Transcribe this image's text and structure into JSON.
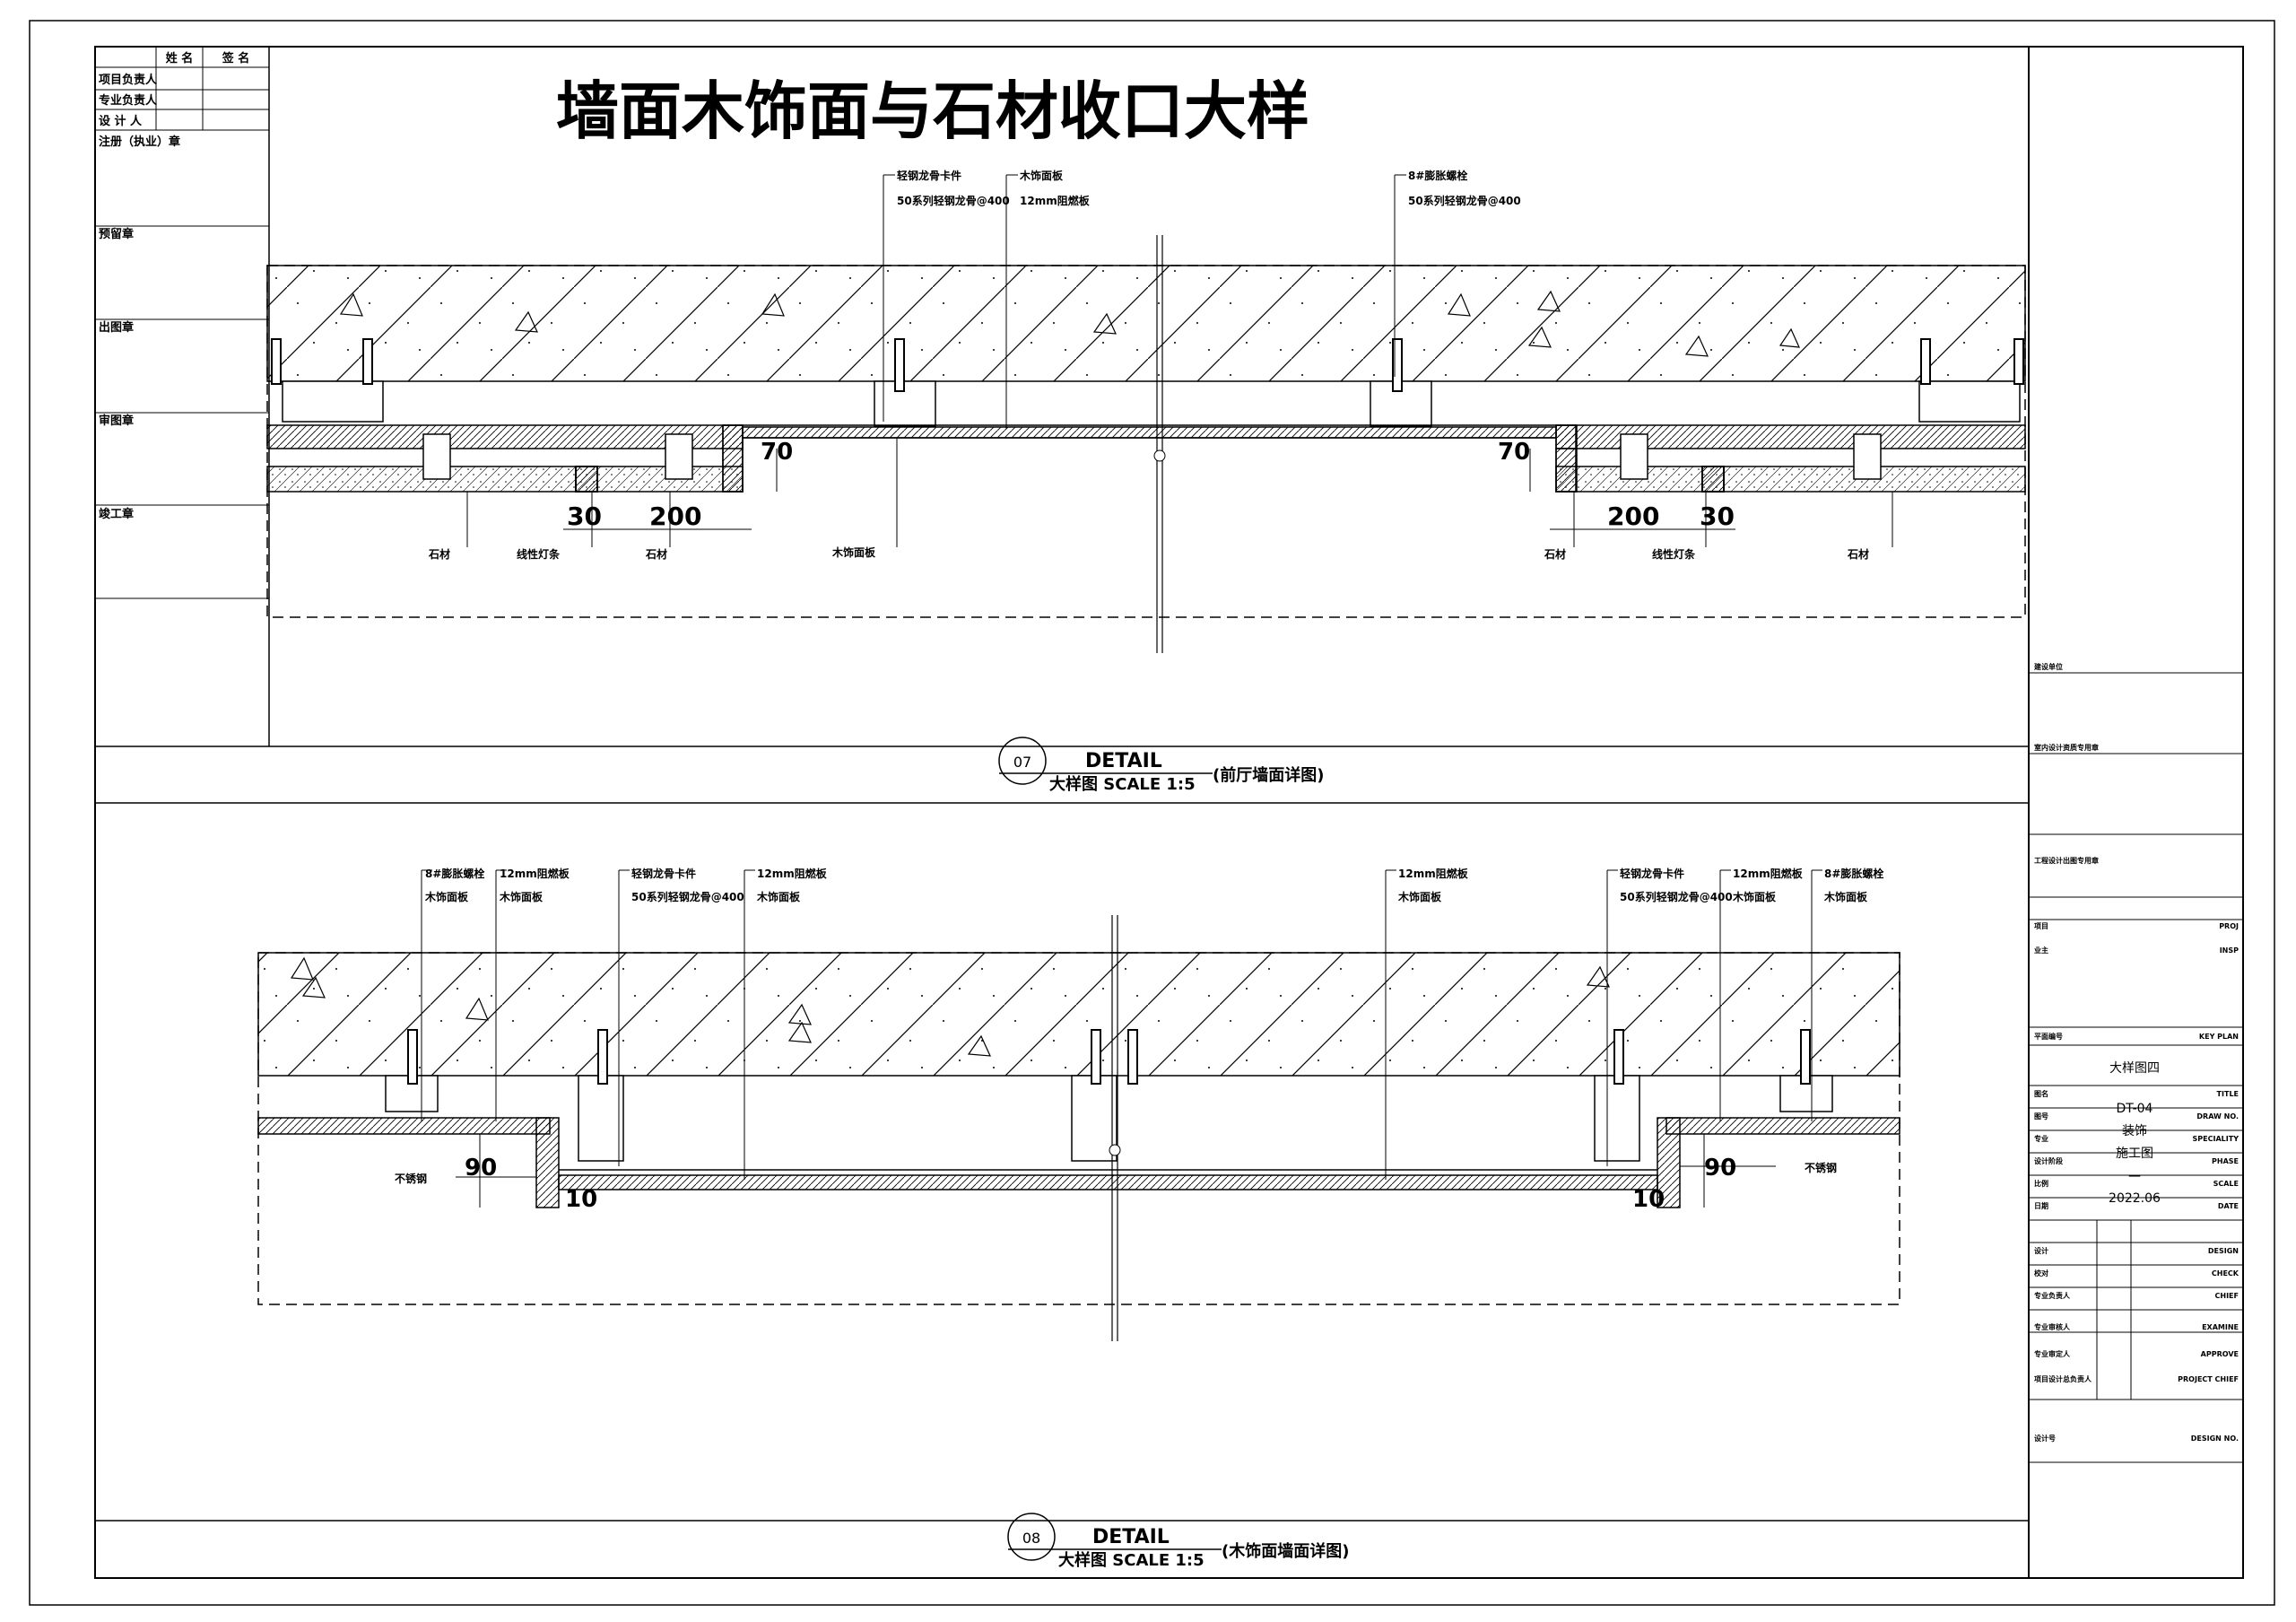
{
  "title": "墙面木饰面与石材收口大样",
  "signoff": {
    "header": [
      "姓 名",
      "签 名"
    ],
    "rows": [
      "项目负责人",
      "专业负责人",
      "设 计 人"
    ],
    "stamps": [
      "注册（执业）章",
      "预留章",
      "出图章",
      "审图章",
      "竣工章"
    ]
  },
  "detail1": {
    "number": "07",
    "label": "DETAIL",
    "caption": "大样图  SCALE  1:5",
    "note": "(前厅墙面详图)",
    "callouts": {
      "steel_clip": "轻钢龙骨卡件",
      "steel_keel": "50系列轻钢龙骨@400",
      "wood_panel": "木饰面板",
      "fire_board": "12mm阻燃板",
      "bolt": "8#膨胀螺栓",
      "stone": "石材",
      "light_strip": "线性灯条",
      "wood_panel_bottom": "木饰面板"
    },
    "dims": {
      "d30": "30",
      "d200": "200",
      "d70": "70"
    }
  },
  "detail2": {
    "number": "08",
    "label": "DETAIL",
    "caption": "大样图  SCALE  1:5",
    "note": "(木饰面墙面详图)",
    "callouts": {
      "bolt": "8#膨胀螺栓",
      "wood_panel": "木饰面板",
      "fire_board": "12mm阻燃板",
      "steel_clip": "轻钢龙骨卡件",
      "steel_keel": "50系列轻钢龙骨@400",
      "stainless": "不锈钢"
    },
    "dims": {
      "d90": "90",
      "d10": "10"
    }
  },
  "title_block": {
    "rows": [
      {
        "left": "建设单位",
        "right": ""
      },
      {
        "left": "室内设计资质专用章",
        "right": ""
      },
      {
        "left": "工程设计出图专用章",
        "right": ""
      },
      {
        "left": "项目",
        "right": "PROJ"
      },
      {
        "left": "业主",
        "right": "INSP"
      },
      {
        "left": "平面编号",
        "right": "KEY PLAN"
      },
      {
        "left": "图名",
        "right": "TITLE"
      },
      {
        "left": "图号",
        "right": "DRAW NO."
      },
      {
        "left": "专业",
        "right": "SPECIALITY"
      },
      {
        "left": "设计阶段",
        "right": "PHASE"
      },
      {
        "left": "比例",
        "right": "SCALE"
      },
      {
        "left": "日期",
        "right": "DATE"
      },
      {
        "left": "设计",
        "right": "DESIGN"
      },
      {
        "left": "校对",
        "right": "CHECK"
      },
      {
        "left": "专业负责人",
        "right": "CHIEF"
      },
      {
        "left": "专业审核人",
        "right": "EXAMINE"
      },
      {
        "left": "专业审定人",
        "right": "APPROVE"
      },
      {
        "left": "项目设计总负责人",
        "right": "PROJECT CHIEF"
      },
      {
        "left": "设计号",
        "right": "DESIGN NO."
      }
    ],
    "values": {
      "title": "大样图四",
      "drawing_no": "DT-04",
      "speciality": "装饰",
      "phase": "施工图",
      "scale": "—",
      "date": "2022.06"
    }
  }
}
